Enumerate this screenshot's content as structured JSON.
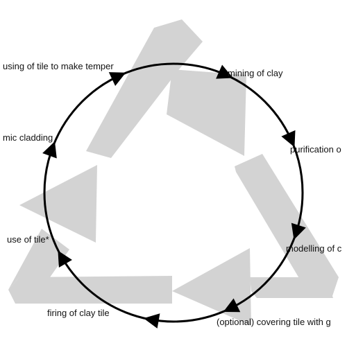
{
  "colors": {
    "recycle_symbol": "#d3d3d3",
    "cycle": "#000000",
    "text": "#111111"
  },
  "diagram": {
    "steps": [
      {
        "label": "mining of clay"
      },
      {
        "label": "purification o"
      },
      {
        "label": "modelling of c"
      },
      {
        "label": "(optional) covering tile with g"
      },
      {
        "label": "firing of clay tile"
      },
      {
        "label": "use of tile*"
      },
      {
        "label": "mic cladding"
      },
      {
        "label": "using of tile to make temper"
      }
    ]
  }
}
